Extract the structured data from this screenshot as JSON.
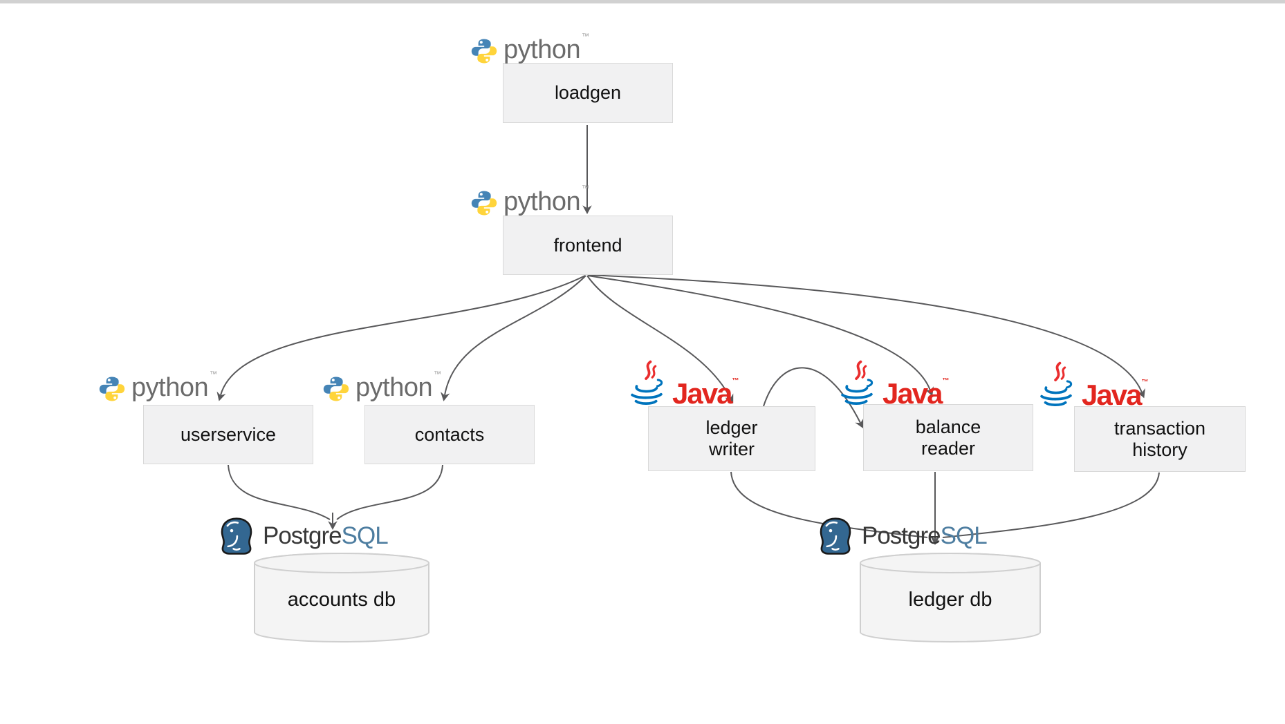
{
  "nodes": {
    "loadgen": {
      "label": "loadgen",
      "runtime": "python"
    },
    "frontend": {
      "label": "frontend",
      "runtime": "python"
    },
    "userservice": {
      "label": "userservice",
      "runtime": "python"
    },
    "contacts": {
      "label": "contacts",
      "runtime": "python"
    },
    "ledger_writer": {
      "lines": [
        "ledger",
        "writer"
      ],
      "runtime": "java"
    },
    "balance_reader": {
      "lines": [
        "balance",
        "reader"
      ],
      "runtime": "java"
    },
    "transaction_history": {
      "lines": [
        "transaction",
        "history"
      ],
      "runtime": "java"
    }
  },
  "databases": {
    "accounts_db": {
      "label": "accounts db",
      "engine": "postgresql"
    },
    "ledger_db": {
      "label": "ledger db",
      "engine": "postgresql"
    }
  },
  "logos": {
    "python": {
      "wordmark": "python",
      "trademark": "™"
    },
    "java": {
      "wordmark": "Java",
      "trademark": "™"
    },
    "postgresql": {
      "wordmark_dark": "Postgre",
      "wordmark_blue": "SQL"
    }
  },
  "edges": [
    {
      "from": "loadgen",
      "to": "frontend"
    },
    {
      "from": "frontend",
      "to": "userservice"
    },
    {
      "from": "frontend",
      "to": "contacts"
    },
    {
      "from": "frontend",
      "to": "ledger_writer"
    },
    {
      "from": "frontend",
      "to": "balance_reader"
    },
    {
      "from": "frontend",
      "to": "transaction_history"
    },
    {
      "from": "ledger_writer",
      "to": "balance_reader"
    },
    {
      "from": "userservice",
      "to": "accounts_db"
    },
    {
      "from": "contacts",
      "to": "accounts_db"
    },
    {
      "from": "ledger_writer",
      "to": "ledger_db"
    },
    {
      "from": "balance_reader",
      "to": "ledger_db"
    },
    {
      "from": "transaction_history",
      "to": "ledger_db"
    }
  ],
  "colors": {
    "background": "#ffffff",
    "topbar": "#d1d1d1",
    "node_fill": "#f1f1f2",
    "node_border": "#d9d9d9",
    "arrow": "#58585a",
    "node_text": "#111111",
    "python_gray": "#6b6b6b",
    "python_blue": "#4584b6",
    "python_yellow": "#ffd43b",
    "java_red": "#e2261f",
    "java_blue": "#0074bd",
    "postgres_dark": "#383838",
    "postgres_blue": "#4d7da0",
    "elephant_blue": "#336791",
    "db_fill": "#f4f4f4",
    "db_border": "#cfcfcf"
  }
}
